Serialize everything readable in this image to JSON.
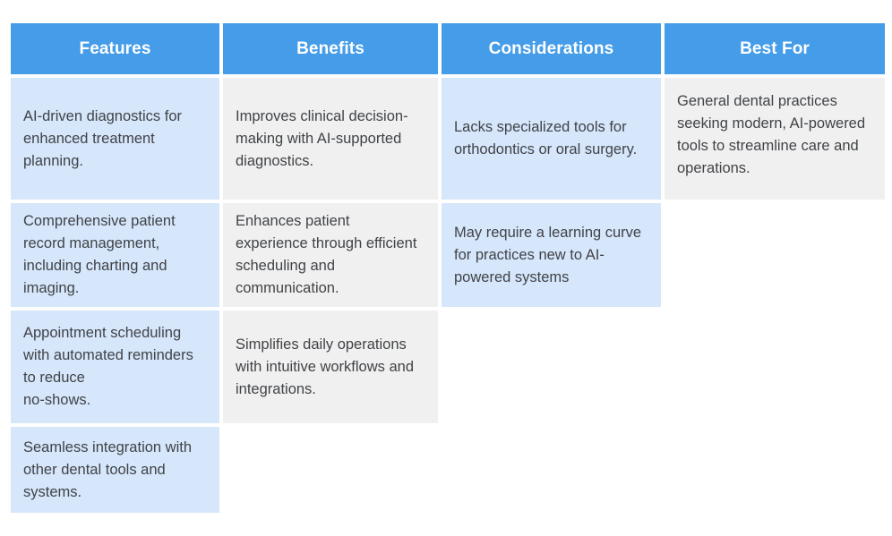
{
  "table": {
    "columns": [
      {
        "key": "features",
        "label": "Features"
      },
      {
        "key": "benefits",
        "label": "Benefits"
      },
      {
        "key": "considerations",
        "label": "Considerations"
      },
      {
        "key": "best_for",
        "label": "Best For"
      }
    ],
    "header_bg": "#459ce8",
    "header_text_color": "#ffffff",
    "cell_blue_bg": "#d6e6fb",
    "cell_gray_bg": "#f0f0f0",
    "cell_text_color": "#404347",
    "rows": [
      {
        "features": "AI-driven diagnostics for enhanced treatment planning.",
        "benefits": "Improves clinical decision-making with AI-supported diagnostics.",
        "considerations": "Lacks specialized tools for orthodontics or oral surgery.",
        "best_for": "General dental practices seeking modern, AI-powered tools to streamline care and operations."
      },
      {
        "features": "Comprehensive patient record management, including charting and imaging.",
        "benefits": "Enhances patient experience through efficient scheduling and communication.",
        "considerations": "May require a learning curve for practices new to AI-powered systems",
        "best_for": ""
      },
      {
        "features": "Appointment scheduling with automated reminders to reduce\nno-shows.",
        "benefits": "Simplifies daily operations with intuitive workflows and integrations.",
        "considerations": "",
        "best_for": ""
      },
      {
        "features": "Seamless integration with other dental tools and systems.",
        "benefits": "",
        "considerations": "",
        "best_for": ""
      }
    ]
  }
}
